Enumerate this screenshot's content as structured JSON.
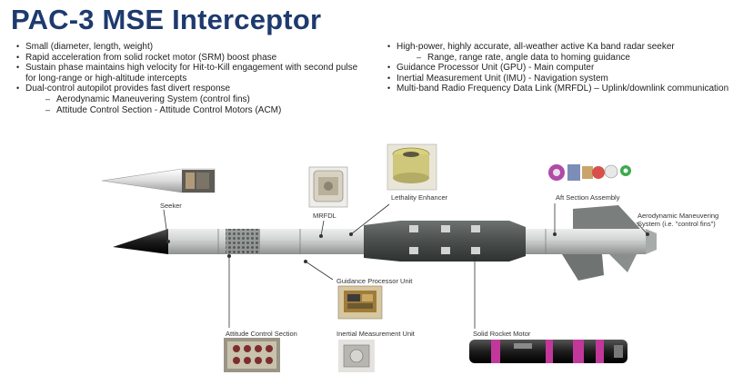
{
  "title": "PAC-3 MSE Interceptor",
  "bullets_left": [
    {
      "text": "Small (diameter, length, weight)",
      "level": 1
    },
    {
      "text": "Rapid acceleration from solid rocket motor (SRM) boost phase",
      "level": 1
    },
    {
      "text": "Sustain phase maintains high velocity for Hit-to-Kill engagement with second pulse for long-range or high-altitude intercepts",
      "level": 1
    },
    {
      "text": "Dual-control autopilot provides fast divert response",
      "level": 1
    },
    {
      "text": "Aerodynamic Maneuvering System (control fins)",
      "level": 2
    },
    {
      "text": "Attitude Control Section - Attitude Control Motors (ACM)",
      "level": 2
    }
  ],
  "bullets_right": [
    {
      "text": "High-power, highly accurate, all-weather active Ka band radar seeker",
      "level": 1
    },
    {
      "text": "Range, range rate, angle data to homing guidance",
      "level": 2
    },
    {
      "text": "Guidance Processor Unit (GPU) - Main computer",
      "level": 1
    },
    {
      "text": "Inertial Measurement Unit (IMU) - Navigation system",
      "level": 1
    },
    {
      "text": "Multi-band Radio Frequency Data Link (MRFDL) – Uplink/downlink communication",
      "level": 1
    }
  ],
  "labels": {
    "seeker": "Seeker",
    "mrfdl": "MRFDL",
    "lethality": "Lethality Enhancer",
    "aft": "Aft Section Assembly",
    "aero_line1": "Aerodynamic Maneuvering",
    "aero_line2": "System (i.e. \"control fins\")",
    "gpu": "Guidance Processor Unit",
    "acs": "Attitude Control Section",
    "imu": "Inertial Measurement Unit",
    "srm": "Solid Rocket Motor"
  },
  "colors": {
    "title": "#1e3a6e",
    "missile_body": "#c9cccb",
    "nose": "#1a1a1a",
    "motor_accent": "#c2389a"
  }
}
